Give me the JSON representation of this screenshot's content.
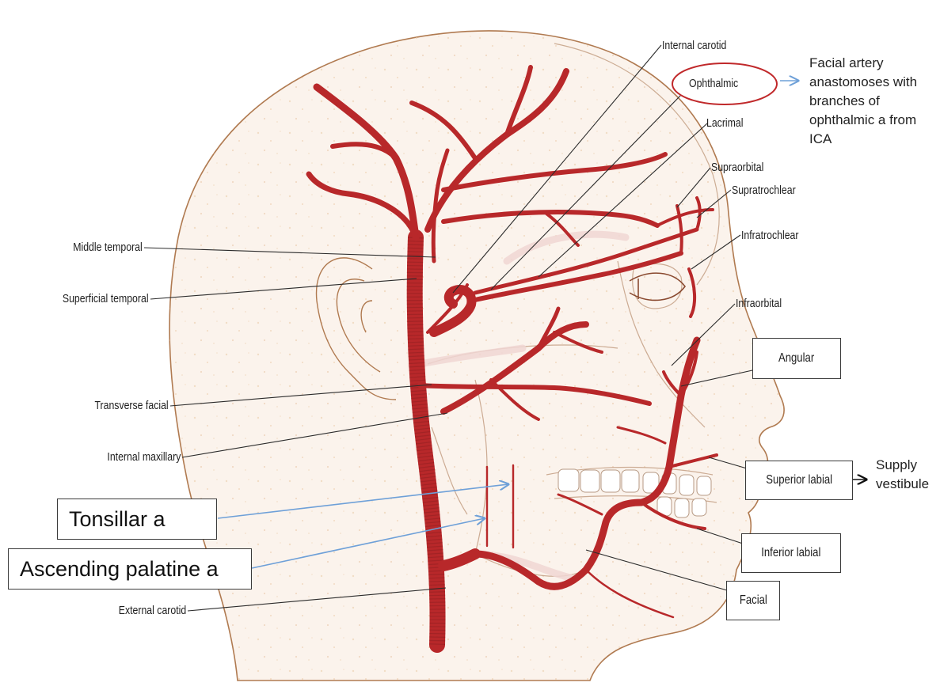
{
  "labels": {
    "internal_carotid": "Internal carotid",
    "ophthalmic": "Ophthalmic",
    "lacrimal": "Lacrimal",
    "supraorbital": "Supraorbital",
    "supratrochlear": "Supratrochlear",
    "infratrochlear": "Infratrochlear",
    "infraorbital": "Infraorbital",
    "angular": "Angular",
    "superior_labial": "Superior labial",
    "inferior_labial": "Inferior labial",
    "facial": "Facial",
    "middle_temporal": "Middle temporal",
    "superficial_temporal": "Superficial temporal",
    "transverse_facial": "Transverse facial",
    "internal_maxillary": "Internal maxillary",
    "external_carotid": "External carotid"
  },
  "annotations": {
    "ophthalmic_note": [
      "Facial artery",
      "anastomoses with",
      "branches of",
      "ophthalmic a from",
      "ICA"
    ],
    "supply_vestibule": [
      "Supply",
      "vestibule"
    ],
    "tonsillar": "Tonsillar a",
    "ascending_palatine": "Ascending palatine a"
  },
  "colors": {
    "artery": "#b8282a",
    "artery_dark": "#8e1d1f",
    "skin_outline": "#b07a50",
    "skin_fill": "#fbf3ec",
    "leader_line": "#2b2b2b",
    "blue_arrow": "#6ea0d8",
    "ophthalmic_ellipse": "#c0282a"
  }
}
